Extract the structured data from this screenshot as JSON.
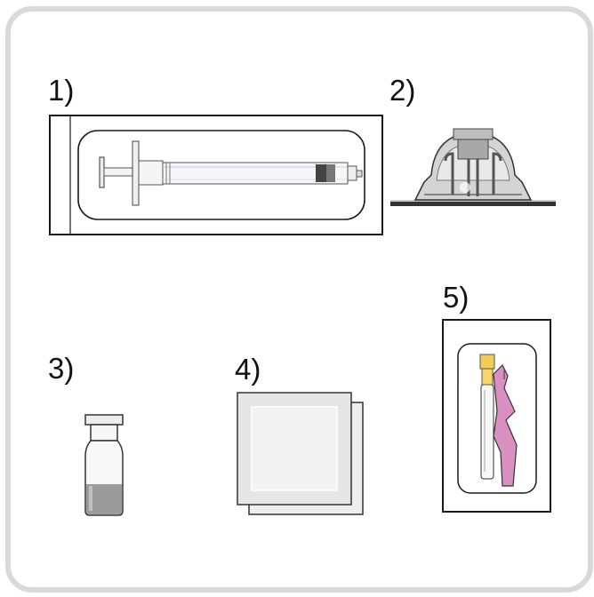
{
  "items": [
    {
      "label": "1)",
      "icon": "syringe-icon"
    },
    {
      "label": "2)",
      "icon": "vial-adapter-icon"
    },
    {
      "label": "3)",
      "icon": "vial-icon"
    },
    {
      "label": "4)",
      "icon": "swab-icon"
    },
    {
      "label": "5)",
      "icon": "needle-icon"
    }
  ],
  "colors": {
    "frame": "#d9d9d9",
    "outline": "#1a1a1a",
    "needle_shield": "#d98fc0",
    "needle_hub": "#f2cc55",
    "vial_liquid": "#999999"
  }
}
